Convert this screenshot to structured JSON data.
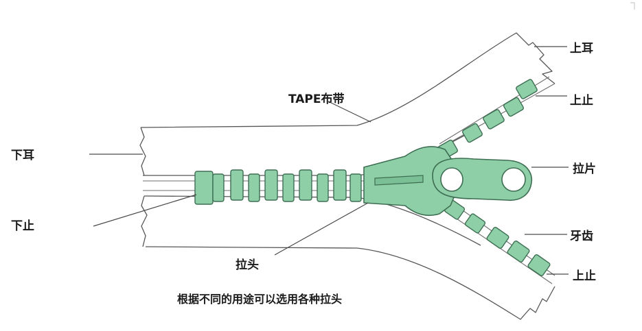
{
  "labels": {
    "tape": "TAPE布带",
    "bottom_ear": "下耳",
    "bottom_stop": "下止",
    "slider_body": "拉头",
    "top_ear": "上耳",
    "top_stop_upper": "上止",
    "pull_tab": "拉片",
    "teeth": "牙齿",
    "top_stop_lower": "上止"
  },
  "caption": "根据不同的用途可以选用各种拉头",
  "colors": {
    "tooth_fill": "#8ecfa8",
    "tooth_stroke": "#3d6e52",
    "line": "#555555",
    "text": "#1a1a1a"
  }
}
